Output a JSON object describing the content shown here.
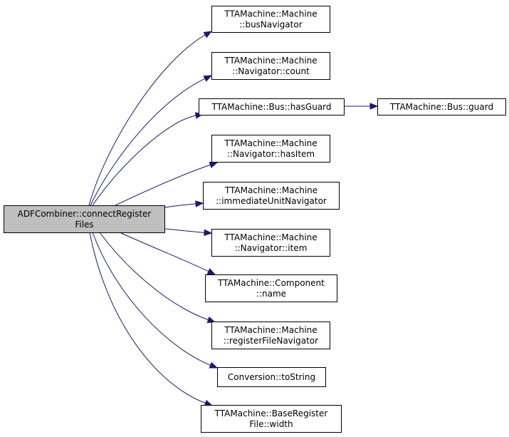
{
  "diagram": {
    "nodes": [
      {
        "id": "root",
        "lines": [
          "ADFCombiner::connectRegister",
          "Files"
        ],
        "root": true
      },
      {
        "id": "busNavigator",
        "lines": [
          "TTAMachine::Machine",
          "::busNavigator"
        ]
      },
      {
        "id": "count",
        "lines": [
          "TTAMachine::Machine",
          "::Navigator::count"
        ]
      },
      {
        "id": "hasGuard",
        "lines": [
          "TTAMachine::Bus::hasGuard"
        ]
      },
      {
        "id": "guard",
        "lines": [
          "TTAMachine::Bus::guard"
        ]
      },
      {
        "id": "hasItem",
        "lines": [
          "TTAMachine::Machine",
          "::Navigator::hasItem"
        ]
      },
      {
        "id": "immediateUnitNavigator",
        "lines": [
          "TTAMachine::Machine",
          "::immediateUnitNavigator"
        ]
      },
      {
        "id": "item",
        "lines": [
          "TTAMachine::Machine",
          "::Navigator::item"
        ]
      },
      {
        "id": "name",
        "lines": [
          "TTAMachine::Component",
          "::name"
        ]
      },
      {
        "id": "registerFileNavigator",
        "lines": [
          "TTAMachine::Machine",
          "::registerFileNavigator"
        ]
      },
      {
        "id": "toString",
        "lines": [
          "Conversion::toString"
        ]
      },
      {
        "id": "width",
        "lines": [
          "TTAMachine::BaseRegister",
          "File::width"
        ]
      }
    ],
    "edges": [
      {
        "from": "root",
        "to": "busNavigator"
      },
      {
        "from": "root",
        "to": "count"
      },
      {
        "from": "root",
        "to": "hasGuard"
      },
      {
        "from": "hasGuard",
        "to": "guard"
      },
      {
        "from": "root",
        "to": "hasItem"
      },
      {
        "from": "root",
        "to": "immediateUnitNavigator"
      },
      {
        "from": "root",
        "to": "item"
      },
      {
        "from": "root",
        "to": "name"
      },
      {
        "from": "root",
        "to": "registerFileNavigator"
      },
      {
        "from": "root",
        "to": "toString"
      },
      {
        "from": "root",
        "to": "width"
      }
    ],
    "colors": {
      "edge": "#191970",
      "root_fill": "#bfbfbf",
      "node_fill": "#ffffff",
      "border": "#000000"
    }
  }
}
